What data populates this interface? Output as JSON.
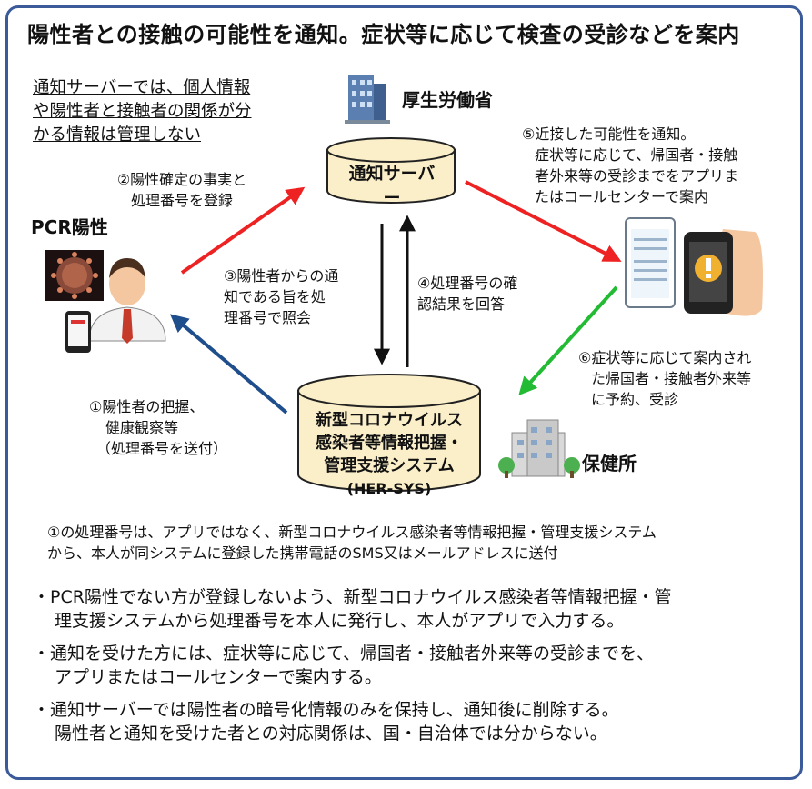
{
  "title": "陽性者との接触の可能性を通知。症状等に応じて検査の受診などを案内",
  "privacy_note": [
    "通知サーバーでは、個人情報",
    "や陽性者と接触者の関係が分",
    "かる情報は管理しない"
  ],
  "mhlw": "厚生労働省",
  "notify_server": "通知サーバー",
  "pcr_positive": "PCR陽性",
  "hersys": {
    "lines": [
      "新型コロナウイルス",
      "感染者等情報把握・",
      "管理支援システム",
      "(HER-SYS)"
    ]
  },
  "health_center": "保健所",
  "steps": {
    "s1": [
      "①陽性者の把握、",
      "健康観察等",
      "（処理番号を送付）"
    ],
    "s2": [
      "②陽性確定の事実と",
      "処理番号を登録"
    ],
    "s3": [
      "③陽性者からの通",
      "知である旨を処",
      "理番号で照会"
    ],
    "s4": [
      "④処理番号の確",
      "認結果を回答"
    ],
    "s5": [
      "⑤近接した可能性を通知。",
      "症状等に応じて、帰国者・接触",
      "者外来等の受診までをアプリま",
      "たはコールセンターで案内"
    ],
    "s6": [
      "⑥症状等に応じて案内され",
      "た帰国者・接触者外来等",
      "に予約、受診"
    ]
  },
  "footnote": [
    "①の処理番号は、アプリではなく、新型コロナウイルス感染者等情報把握・管理支援システム",
    "から、本人が同システムに登録した携帯電話のSMS又はメールアドレスに送付"
  ],
  "bullets": [
    [
      "・PCR陽性でない方が登録しないよう、新型コロナウイルス感染者等情報把握・管",
      "理支援システムから処理番号を本人に発行し、本人がアプリで入力する。"
    ],
    [
      "・通知を受けた方には、症状等に応じて、帰国者・接触者外来等の受診までを、",
      "アプリまたはコールセンターで案内する。"
    ],
    [
      "・通知サーバーでは陽性者の暗号化情報のみを保持し、通知後に削除する。",
      "陽性者と通知を受けた者との対応関係は、国・自治体では分からない。"
    ]
  ],
  "colors": {
    "frame": "#3a5a9a",
    "red_arrow": "#ee2222",
    "green_arrow": "#22bb33",
    "blue_arrow": "#1f4e8c",
    "cylinder": "#fbefc9"
  },
  "icons": [
    "government-building-icon",
    "virus-image",
    "person-icon",
    "smartphone-icon",
    "notification-phone-icon",
    "health-center-building-icon"
  ]
}
